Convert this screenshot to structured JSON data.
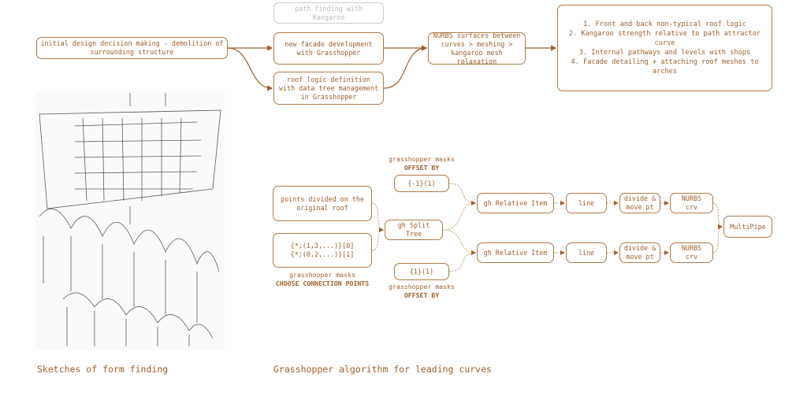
{
  "colors": {
    "accent": "#a0612a",
    "border": "#b07a45"
  },
  "top": {
    "crossed": "path finding with Kangaroo",
    "initial": "initial design decision making - demolition of surrounding structure",
    "facade": "new facade development with Grasshopper",
    "roof": "roof logic definition with data tree management in Grasshopper",
    "nurbs": "NURBS surfaces between curves > meshing > kangaroo mesh relaxation",
    "list": [
      "1. Front and back non-typical roof logic",
      "2. Kangaroo strength relative to path attractor curve",
      "3. Internal pathways and levels with shops",
      "4. Facade detailing + attaching roof meshes to arches"
    ]
  },
  "algo": {
    "mask_top": {
      "label": "grasshopper masks",
      "bold": "OFFSET BY"
    },
    "offset_neg": "{-1}(1)",
    "offset_pos": "{1}(1)",
    "points": "points divided on the original roof",
    "choose": [
      "{*;(1,3,...)}[0]",
      "{*;(0,2,...)}[1]"
    ],
    "mask_choose": {
      "label": "grasshopper masks",
      "bold": "CHOOSE CONNECTION POINTS"
    },
    "mask_bottom": {
      "label": "grasshopper masks",
      "bold": "OFFSET BY"
    },
    "split": "gh Split Tree",
    "relative": "gh Relative Item",
    "line": "line",
    "divide": "divide & move pt",
    "nurbs_crv": "NURBS crv",
    "multipipe": "MultiPipe"
  },
  "captions": {
    "sketch": "Sketches of form finding",
    "algo": "Grasshopper algorithm for leading curves"
  }
}
